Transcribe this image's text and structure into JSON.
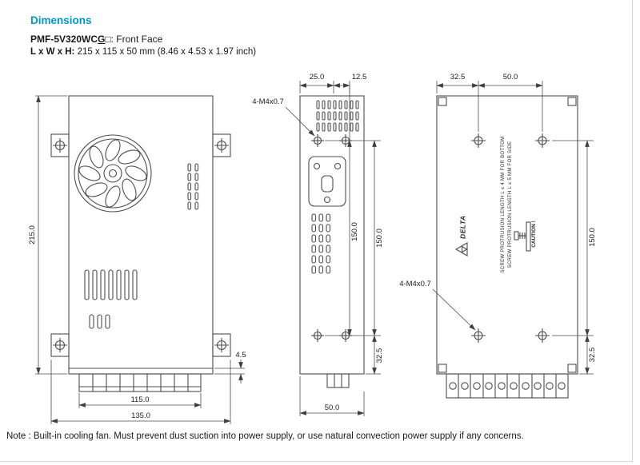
{
  "header": {
    "section_title": "Dimensions",
    "model_prefix": "PMF-5V320WC",
    "model_g": "G",
    "model_suffix": "□",
    "model_rest": ": Front Face",
    "size_label": "L x W x H:",
    "size_value": " 215 x 115 x 50 mm (8.46 x 4.53 x 1.97 inch)"
  },
  "note": "Note : Built-in cooling fan. Must prevent dust suction into power supply, or use natural convection power supply if any concerns.",
  "colors": {
    "accent": "#0097c6",
    "line": "#4d4d4d"
  },
  "front_view": {
    "dim_height": "215.0",
    "dim_width_inner": "115.0",
    "dim_width_overall": "135.0",
    "dim_offset": "4.5"
  },
  "side_view": {
    "dim_top": "25.0",
    "dim_top2": "12.5",
    "screw_label": "4-M4x0.7",
    "dim_span_inner": "150.0",
    "dim_span_outer": "150.0",
    "dim_bottom_offset": "32.5",
    "dim_depth": "50.0"
  },
  "back_view": {
    "dim_top": "32.5",
    "dim_top2": "50.0",
    "screw_label": "4-M4x0.7",
    "dim_span": "150.0",
    "dim_bottom_offset": "32.5",
    "caution": "CAUTION !",
    "protrusion_note_bottom": "SCREW PROTRUSION LENGTH  L ≤ 4 MM FOR BOTTOM",
    "protrusion_note_side": "SCREW PROTRUSION LENGTH  L ≤ 5 MM FOR SIDE",
    "brand": "DELTA"
  }
}
